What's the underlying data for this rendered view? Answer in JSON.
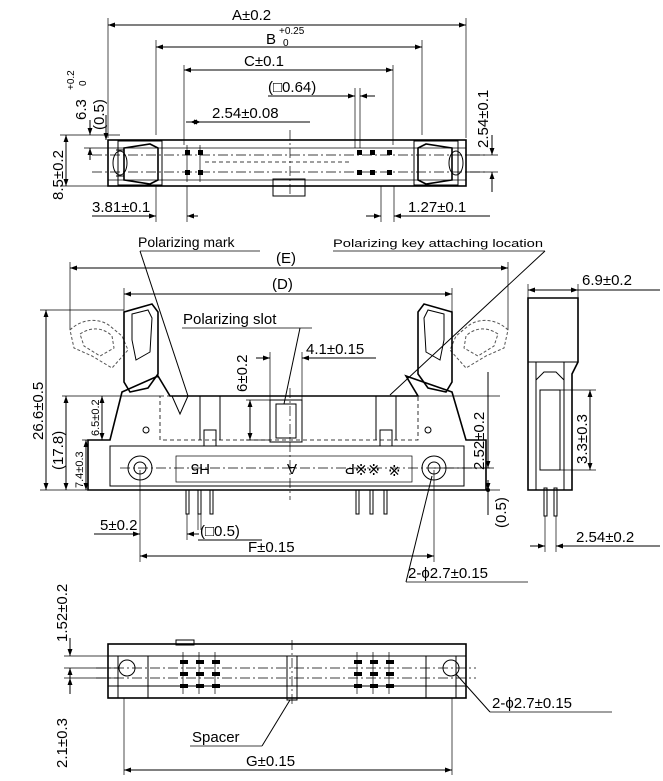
{
  "dims": {
    "A": "A±0.2",
    "B": "B",
    "B_sup": "+0.25",
    "B_sub": "0",
    "C": "C±0.1",
    "sq064": "(□0.64)",
    "p254_08": "2.54±0.08",
    "d63": "6.3",
    "d63_sup": "+0.2",
    "d63_sub": "0",
    "d05a": "(0.5)",
    "d85": "8.5±0.2",
    "d254_1": "2.54±0.1",
    "d381": "3.81±0.1",
    "d127": "1.27±0.1",
    "E": "(E)",
    "D": "(D)",
    "d69": "6.9±0.2",
    "d266": "26.6±0.5",
    "d178": "(17.8)",
    "d74": "7.4±0.3",
    "d65": "6.5±0.2",
    "d6": "6±0.2",
    "d41": "4.1±0.15",
    "d252": "2.52±0.2",
    "d33": "3.3±0.3",
    "d05b": "(0.5)",
    "d5": "5±0.2",
    "sq05": "(□0.5)",
    "F": "F±0.15",
    "hole1": "2-ϕ2.7±0.15",
    "d254_2": "2.54±0.2",
    "d152": "1.52±0.2",
    "d21": "2.1±0.3",
    "hole2": "2-ϕ2.7±0.15",
    "G": "G±0.15"
  },
  "labels": {
    "polarizing_mark": "Polarizing mark",
    "polarizing_key": "Polarizing key attaching location",
    "polarizing_slot": "Polarizing slot",
    "spacer": "Spacer"
  },
  "marking": {
    "left": "H5",
    "center": "A",
    "right1": "※※P",
    "right2": "※"
  }
}
